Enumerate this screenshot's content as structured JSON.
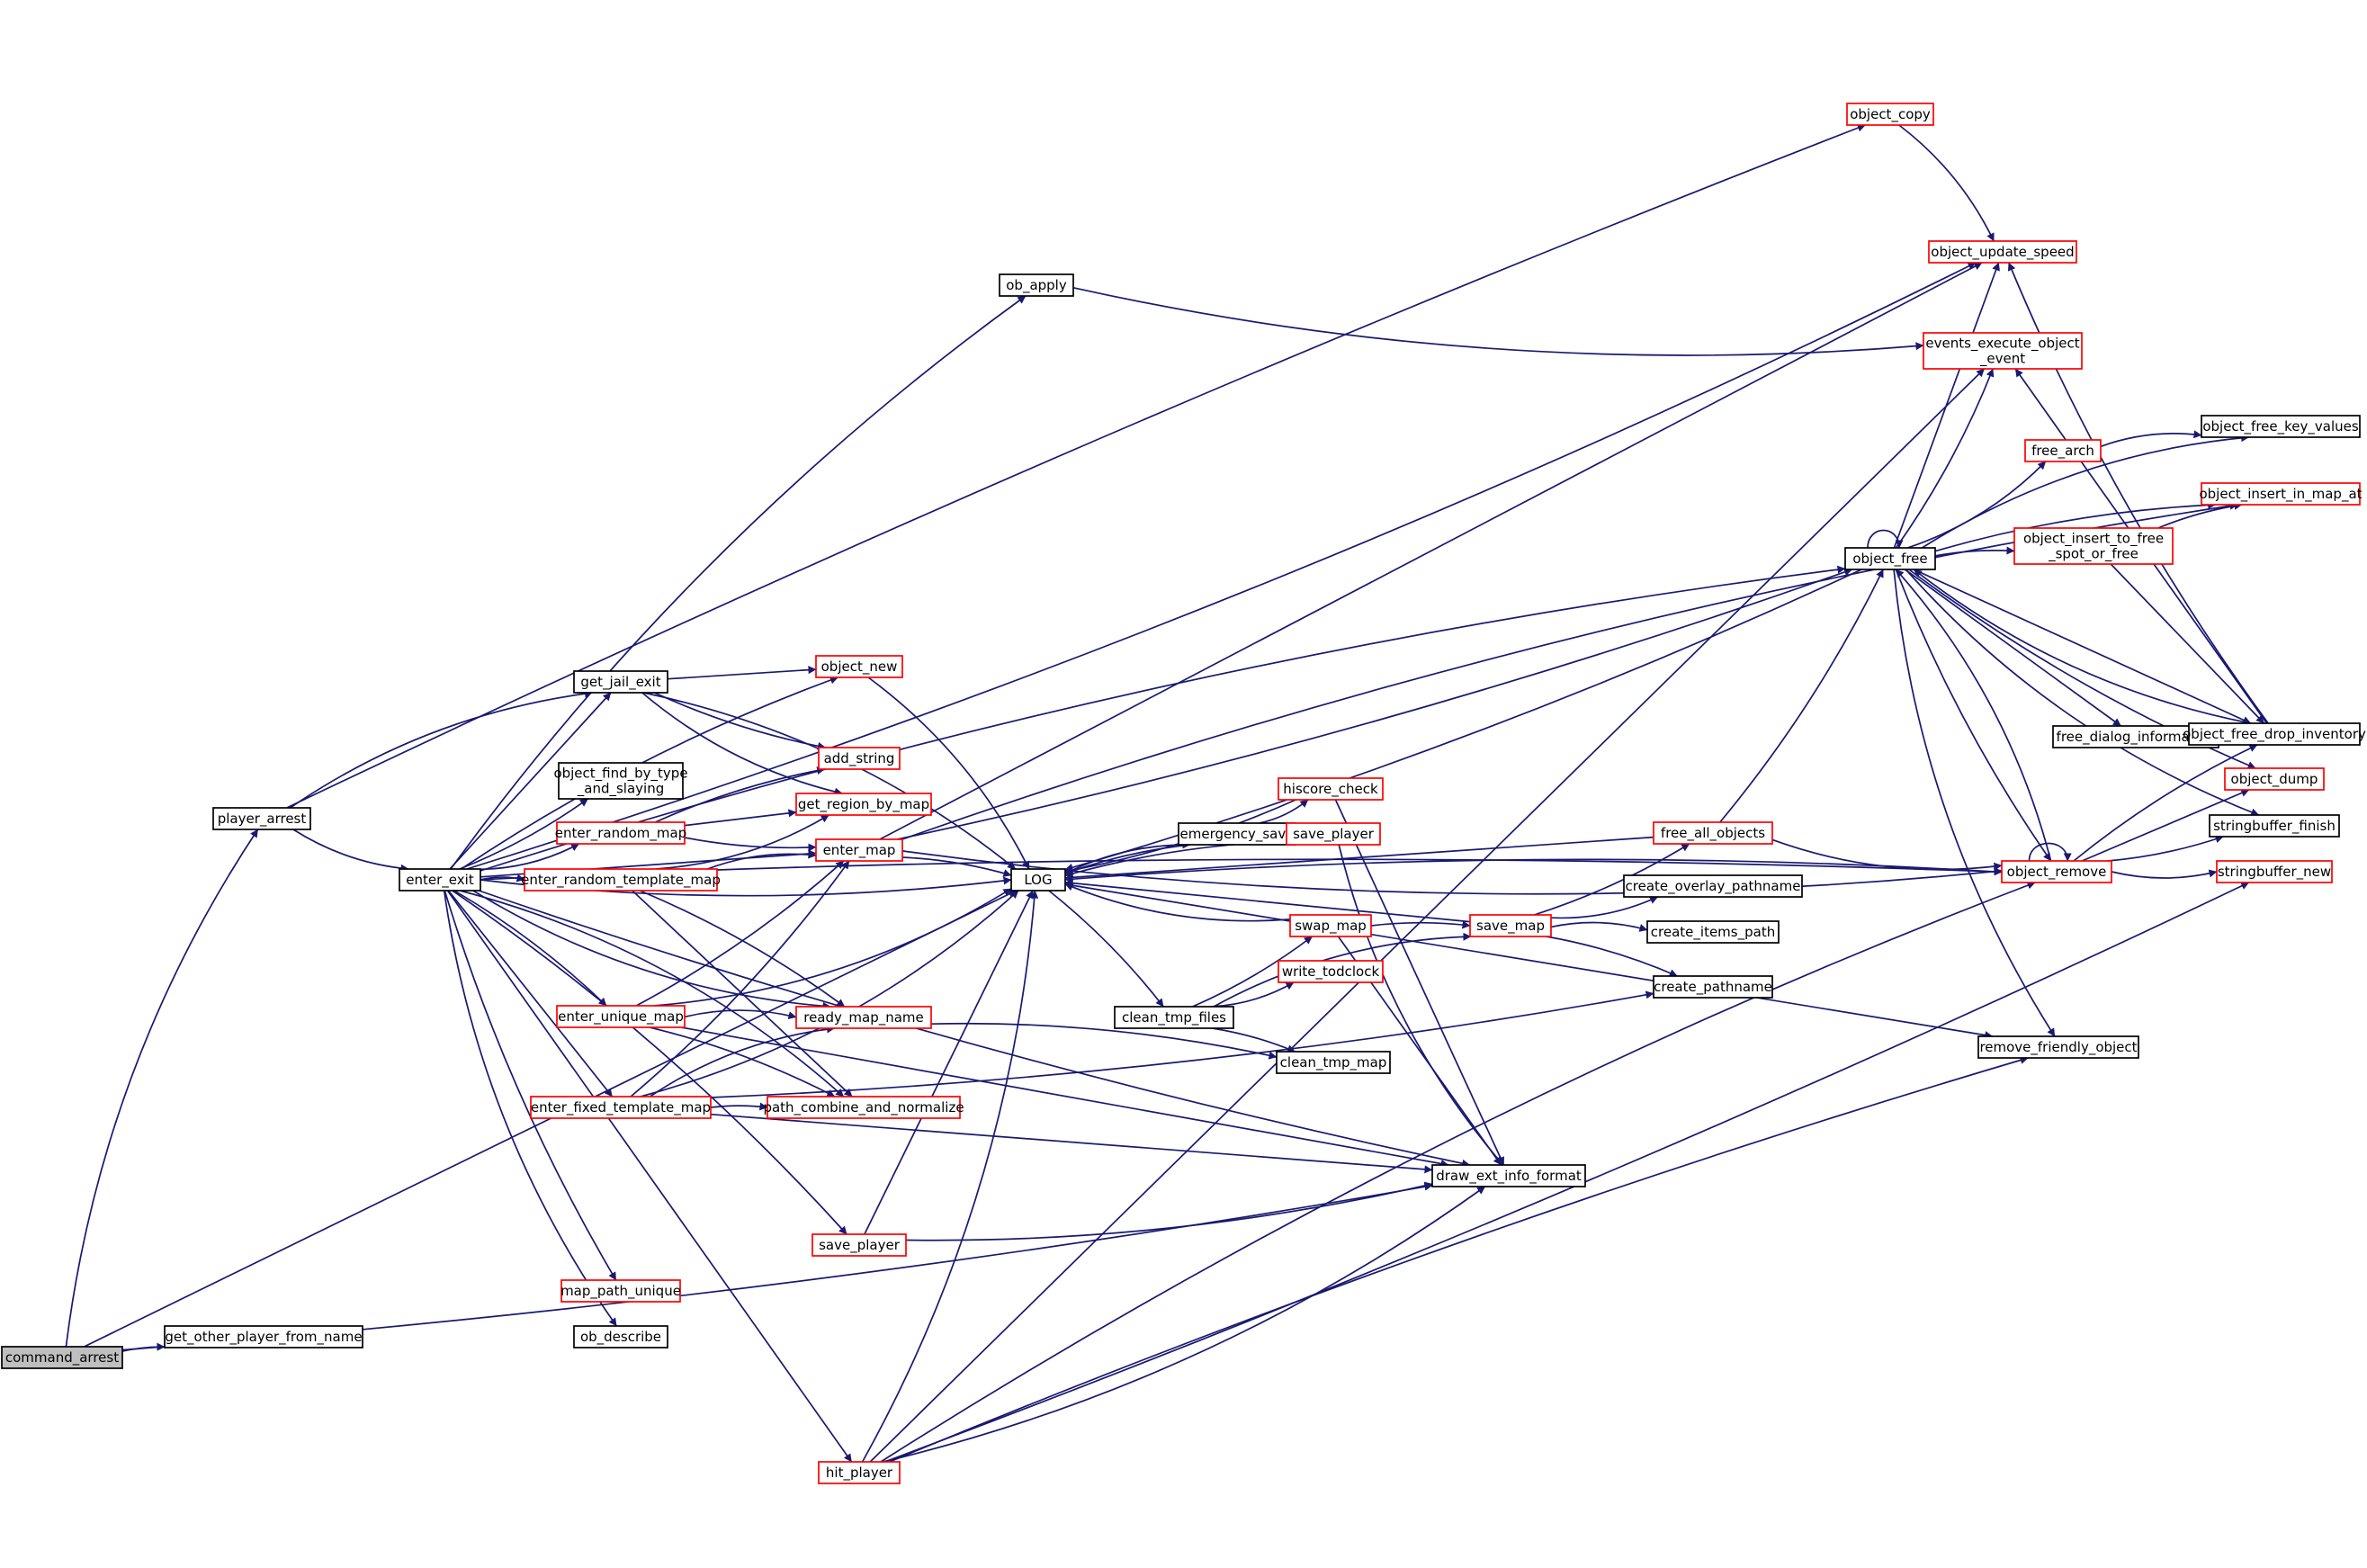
{
  "nodes": [
    {
      "id": "command_arrest",
      "lines": [
        "command_arrest"
      ],
      "style": "root"
    },
    {
      "id": "player_arrest",
      "lines": [
        "player_arrest"
      ],
      "style": "black"
    },
    {
      "id": "get_other_player_from_name",
      "lines": [
        "get_other_player_from_name"
      ],
      "style": "black"
    },
    {
      "id": "enter_exit",
      "lines": [
        "enter_exit"
      ],
      "style": "black"
    },
    {
      "id": "get_jail_exit",
      "lines": [
        "get_jail_exit"
      ],
      "style": "black"
    },
    {
      "id": "object_find_by_type_and_slaying",
      "lines": [
        "object_find_by_type",
        "_and_slaying"
      ],
      "style": "black"
    },
    {
      "id": "enter_random_map",
      "lines": [
        "enter_random_map"
      ],
      "style": "red"
    },
    {
      "id": "enter_random_template_map",
      "lines": [
        "enter_random_template_map"
      ],
      "style": "red"
    },
    {
      "id": "enter_unique_map",
      "lines": [
        "enter_unique_map"
      ],
      "style": "red"
    },
    {
      "id": "enter_fixed_template_map",
      "lines": [
        "enter_fixed_template_map"
      ],
      "style": "red"
    },
    {
      "id": "map_path_unique",
      "lines": [
        "map_path_unique"
      ],
      "style": "red"
    },
    {
      "id": "ob_describe",
      "lines": [
        "ob_describe"
      ],
      "style": "black"
    },
    {
      "id": "ob_apply",
      "lines": [
        "ob_apply"
      ],
      "style": "black"
    },
    {
      "id": "object_new",
      "lines": [
        "object_new"
      ],
      "style": "red"
    },
    {
      "id": "add_string",
      "lines": [
        "add_string"
      ],
      "style": "red"
    },
    {
      "id": "get_region_by_map",
      "lines": [
        "get_region_by_map"
      ],
      "style": "red"
    },
    {
      "id": "enter_map",
      "lines": [
        "enter_map"
      ],
      "style": "red"
    },
    {
      "id": "LOG",
      "lines": [
        "LOG"
      ],
      "style": "black"
    },
    {
      "id": "ready_map_name",
      "lines": [
        "ready_map_name"
      ],
      "style": "red"
    },
    {
      "id": "path_combine_and_normalize",
      "lines": [
        "path_combine_and_normalize"
      ],
      "style": "red"
    },
    {
      "id": "save_player_a",
      "lines": [
        "save_player"
      ],
      "style": "red"
    },
    {
      "id": "hit_player",
      "lines": [
        "hit_player"
      ],
      "style": "red"
    },
    {
      "id": "emergency_save",
      "lines": [
        "emergency_save"
      ],
      "style": "black"
    },
    {
      "id": "hiscore_check",
      "lines": [
        "hiscore_check"
      ],
      "style": "red"
    },
    {
      "id": "save_player_b",
      "lines": [
        "save_player"
      ],
      "style": "red"
    },
    {
      "id": "swap_map",
      "lines": [
        "swap_map"
      ],
      "style": "red"
    },
    {
      "id": "write_todclock",
      "lines": [
        "write_todclock"
      ],
      "style": "red"
    },
    {
      "id": "clean_tmp_files",
      "lines": [
        "clean_tmp_files"
      ],
      "style": "black"
    },
    {
      "id": "clean_tmp_map",
      "lines": [
        "clean_tmp_map"
      ],
      "style": "black"
    },
    {
      "id": "draw_ext_info_format",
      "lines": [
        "draw_ext_info_format"
      ],
      "style": "black"
    },
    {
      "id": "save_map",
      "lines": [
        "save_map"
      ],
      "style": "red"
    },
    {
      "id": "free_all_objects",
      "lines": [
        "free_all_objects"
      ],
      "style": "red"
    },
    {
      "id": "create_overlay_pathname",
      "lines": [
        "create_overlay_pathname"
      ],
      "style": "black"
    },
    {
      "id": "create_items_path",
      "lines": [
        "create_items_path"
      ],
      "style": "black"
    },
    {
      "id": "create_pathname",
      "lines": [
        "create_pathname"
      ],
      "style": "black"
    },
    {
      "id": "object_copy",
      "lines": [
        "object_copy"
      ],
      "style": "red"
    },
    {
      "id": "object_update_speed",
      "lines": [
        "object_update_speed"
      ],
      "style": "red"
    },
    {
      "id": "events_execute_object_event",
      "lines": [
        "events_execute_object",
        "_event"
      ],
      "style": "red"
    },
    {
      "id": "free_arch",
      "lines": [
        "free_arch"
      ],
      "style": "red"
    },
    {
      "id": "object_free",
      "lines": [
        "object_free"
      ],
      "style": "black"
    },
    {
      "id": "object_insert_to_free_spot_or_free",
      "lines": [
        "object_insert_to_free",
        "_spot_or_free"
      ],
      "style": "red"
    },
    {
      "id": "free_dialog_information",
      "lines": [
        "free_dialog_information"
      ],
      "style": "black"
    },
    {
      "id": "object_remove",
      "lines": [
        "object_remove"
      ],
      "style": "red"
    },
    {
      "id": "remove_friendly_object",
      "lines": [
        "remove_friendly_object"
      ],
      "style": "black"
    },
    {
      "id": "object_free_key_values",
      "lines": [
        "object_free_key_values"
      ],
      "style": "black"
    },
    {
      "id": "object_insert_in_map_at",
      "lines": [
        "object_insert_in_map_at"
      ],
      "style": "red"
    },
    {
      "id": "object_free_drop_inventory",
      "lines": [
        "object_free_drop_inventory"
      ],
      "style": "black"
    },
    {
      "id": "object_dump",
      "lines": [
        "object_dump"
      ],
      "style": "red"
    },
    {
      "id": "stringbuffer_finish",
      "lines": [
        "stringbuffer_finish"
      ],
      "style": "black"
    },
    {
      "id": "stringbuffer_new",
      "lines": [
        "stringbuffer_new"
      ],
      "style": "red"
    }
  ],
  "edges": [
    [
      "command_arrest",
      "player_arrest"
    ],
    [
      "command_arrest",
      "get_other_player_from_name"
    ],
    [
      "command_arrest",
      "LOG"
    ],
    [
      "command_arrest",
      "draw_ext_info_format"
    ],
    [
      "player_arrest",
      "enter_exit"
    ],
    [
      "player_arrest",
      "get_jail_exit"
    ],
    [
      "player_arrest",
      "object_copy"
    ],
    [
      "enter_exit",
      "get_jail_exit"
    ],
    [
      "enter_exit",
      "object_find_by_type_and_slaying"
    ],
    [
      "enter_exit",
      "enter_random_map"
    ],
    [
      "enter_exit",
      "enter_random_template_map"
    ],
    [
      "enter_exit",
      "enter_unique_map"
    ],
    [
      "enter_exit",
      "enter_fixed_template_map"
    ],
    [
      "enter_exit",
      "map_path_unique"
    ],
    [
      "enter_exit",
      "ob_describe"
    ],
    [
      "enter_exit",
      "ob_apply"
    ],
    [
      "enter_exit",
      "object_new"
    ],
    [
      "enter_exit",
      "enter_map"
    ],
    [
      "enter_exit",
      "LOG"
    ],
    [
      "enter_exit",
      "ready_map_name"
    ],
    [
      "enter_exit",
      "path_combine_and_normalize"
    ],
    [
      "enter_exit",
      "save_player_a"
    ],
    [
      "enter_exit",
      "hit_player"
    ],
    [
      "enter_exit",
      "draw_ext_info_format"
    ],
    [
      "enter_exit",
      "object_update_speed"
    ],
    [
      "enter_exit",
      "object_free"
    ],
    [
      "enter_exit",
      "object_remove"
    ],
    [
      "get_jail_exit",
      "object_new"
    ],
    [
      "get_jail_exit",
      "add_string"
    ],
    [
      "get_jail_exit",
      "get_region_by_map"
    ],
    [
      "get_jail_exit",
      "LOG"
    ],
    [
      "enter_random_map",
      "add_string"
    ],
    [
      "enter_random_map",
      "get_region_by_map"
    ],
    [
      "enter_random_map",
      "enter_map"
    ],
    [
      "enter_random_template_map",
      "get_region_by_map"
    ],
    [
      "enter_random_template_map",
      "enter_map"
    ],
    [
      "enter_random_template_map",
      "ready_map_name"
    ],
    [
      "enter_random_template_map",
      "path_combine_and_normalize"
    ],
    [
      "enter_unique_map",
      "enter_map"
    ],
    [
      "enter_unique_map",
      "LOG"
    ],
    [
      "enter_unique_map",
      "ready_map_name"
    ],
    [
      "enter_unique_map",
      "path_combine_and_normalize"
    ],
    [
      "enter_unique_map",
      "draw_ext_info_format"
    ],
    [
      "enter_fixed_template_map",
      "enter_map"
    ],
    [
      "enter_fixed_template_map",
      "LOG"
    ],
    [
      "enter_fixed_template_map",
      "ready_map_name"
    ],
    [
      "enter_fixed_template_map",
      "path_combine_and_normalize"
    ],
    [
      "enter_fixed_template_map",
      "draw_ext_info_format"
    ],
    [
      "enter_fixed_template_map",
      "create_pathname"
    ],
    [
      "ob_apply",
      "events_execute_object_event"
    ],
    [
      "object_new",
      "LOG"
    ],
    [
      "enter_map",
      "LOG"
    ],
    [
      "enter_map",
      "object_update_speed"
    ],
    [
      "enter_map",
      "object_free"
    ],
    [
      "enter_map",
      "object_remove"
    ],
    [
      "enter_map",
      "object_insert_in_map_at"
    ],
    [
      "ready_map_name",
      "clean_tmp_map"
    ],
    [
      "save_player_a",
      "LOG"
    ],
    [
      "save_player_a",
      "draw_ext_info_format"
    ],
    [
      "hit_player",
      "LOG"
    ],
    [
      "hit_player",
      "object_remove"
    ],
    [
      "hit_player",
      "remove_friendly_object"
    ],
    [
      "hit_player",
      "events_execute_object_event"
    ],
    [
      "hit_player",
      "stringbuffer_new"
    ],
    [
      "hit_player",
      "draw_ext_info_format"
    ],
    [
      "LOG",
      "emergency_save"
    ],
    [
      "LOG",
      "clean_tmp_files"
    ],
    [
      "LOG",
      "remove_friendly_object"
    ],
    [
      "emergency_save",
      "LOG"
    ],
    [
      "emergency_save",
      "hiscore_check"
    ],
    [
      "emergency_save",
      "save_player_b"
    ],
    [
      "hiscore_check",
      "LOG"
    ],
    [
      "hiscore_check",
      "draw_ext_info_format"
    ],
    [
      "save_player_b",
      "LOG"
    ],
    [
      "save_player_b",
      "draw_ext_info_format"
    ],
    [
      "swap_map",
      "LOG"
    ],
    [
      "swap_map",
      "save_map"
    ],
    [
      "swap_map",
      "draw_ext_info_format"
    ],
    [
      "clean_tmp_files",
      "swap_map"
    ],
    [
      "clean_tmp_files",
      "write_todclock"
    ],
    [
      "clean_tmp_files",
      "save_map"
    ],
    [
      "clean_tmp_files",
      "clean_tmp_map"
    ],
    [
      "save_map",
      "LOG"
    ],
    [
      "save_map",
      "free_all_objects"
    ],
    [
      "save_map",
      "create_overlay_pathname"
    ],
    [
      "save_map",
      "create_items_path"
    ],
    [
      "save_map",
      "create_pathname"
    ],
    [
      "free_all_objects",
      "LOG"
    ],
    [
      "free_all_objects",
      "object_free"
    ],
    [
      "free_all_objects",
      "object_remove"
    ],
    [
      "object_copy",
      "object_update_speed"
    ],
    [
      "object_free",
      "LOG"
    ],
    [
      "object_free",
      "object_update_speed"
    ],
    [
      "object_free",
      "events_execute_object_event"
    ],
    [
      "object_free",
      "free_arch"
    ],
    [
      "object_free",
      "object_free"
    ],
    [
      "object_free",
      "object_insert_to_free_spot_or_free"
    ],
    [
      "object_free",
      "free_dialog_information"
    ],
    [
      "object_free",
      "object_remove"
    ],
    [
      "object_free",
      "remove_friendly_object"
    ],
    [
      "object_free",
      "object_free_key_values"
    ],
    [
      "object_free",
      "object_insert_in_map_at"
    ],
    [
      "object_free",
      "object_free_drop_inventory"
    ],
    [
      "object_free",
      "object_dump"
    ],
    [
      "object_free",
      "stringbuffer_finish"
    ],
    [
      "free_arch",
      "object_free_key_values"
    ],
    [
      "object_insert_to_free_spot_or_free",
      "object_insert_in_map_at"
    ],
    [
      "object_insert_to_free_spot_or_free",
      "object_free_drop_inventory"
    ],
    [
      "object_remove",
      "LOG"
    ],
    [
      "object_remove",
      "object_free"
    ],
    [
      "object_remove",
      "object_remove"
    ],
    [
      "object_remove",
      "object_free_drop_inventory"
    ],
    [
      "object_remove",
      "object_dump"
    ],
    [
      "object_remove",
      "stringbuffer_finish"
    ],
    [
      "object_remove",
      "stringbuffer_new"
    ],
    [
      "object_free_drop_inventory",
      "object_free"
    ],
    [
      "object_free_drop_inventory",
      "object_update_speed"
    ],
    [
      "object_free_drop_inventory",
      "events_execute_object_event"
    ]
  ]
}
